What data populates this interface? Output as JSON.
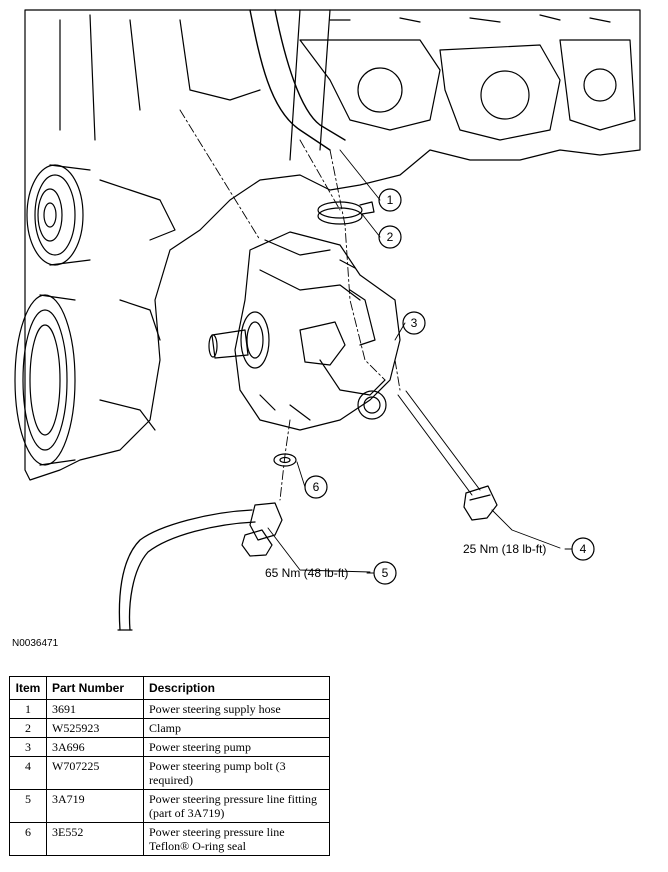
{
  "figure": {
    "id": "N0036471",
    "callouts": [
      "1",
      "2",
      "3",
      "4",
      "5",
      "6"
    ],
    "torque_labels": {
      "bolt": "25 Nm (18 lb-ft)",
      "fitting": "65 Nm (48 lb-ft)"
    }
  },
  "table": {
    "headers": [
      "Item",
      "Part Number",
      "Description"
    ],
    "rows": [
      {
        "item": "1",
        "part": "3691",
        "desc": "Power steering supply hose"
      },
      {
        "item": "2",
        "part": "W525923",
        "desc": "Clamp"
      },
      {
        "item": "3",
        "part": "3A696",
        "desc": "Power steering pump"
      },
      {
        "item": "4",
        "part": "W707225",
        "desc": "Power steering pump bolt (3 required)"
      },
      {
        "item": "5",
        "part": "3A719",
        "desc": "Power steering pressure line fitting (part of 3A719)"
      },
      {
        "item": "6",
        "part": "3E552",
        "desc": "Power steering pressure line Teflon® O-ring seal"
      }
    ]
  }
}
